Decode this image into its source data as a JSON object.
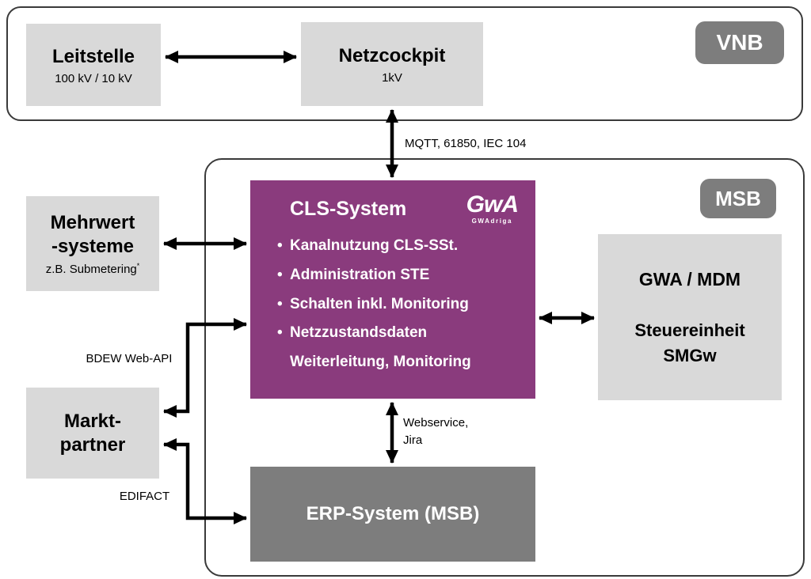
{
  "colors": {
    "box_light_gray": "#d9d9d9",
    "box_purple": "#8a3b7d",
    "box_dark_gray": "#7d7d7d",
    "badge_gray": "#7d7d7d",
    "arrow_black": "#000000",
    "zone_border": "#3a3a3a"
  },
  "vnb_zone": {
    "badge": "VNB",
    "leitstelle_title": "Leitstelle",
    "leitstelle_subtitle": "100 kV / 10 kV",
    "netzcockpit_title": "Netzcockpit",
    "netzcockpit_subtitle": "1kV"
  },
  "msb_zone": {
    "badge": "MSB",
    "cls": {
      "title": "CLS-System",
      "logo_main": "GwA",
      "logo_sub": "GWAdriga",
      "bullet_char": "•",
      "bullets": [
        "Kanalnutzung CLS-SSt.",
        "Administration STE",
        "Schalten inkl. Monitoring",
        "Netzzustandsdaten"
      ],
      "bullet_continuation": "Weiterleitung, Monitoring"
    },
    "gwa_mdm": {
      "line1": "GWA / MDM",
      "line2": "Steuereinheit",
      "line3": "SMGw"
    },
    "erp_title": "ERP-System (MSB)"
  },
  "external": {
    "mehrwert_line1": "Mehrwert",
    "mehrwert_line2": "-systeme",
    "mehrwert_subtitle": "z.B. Submetering",
    "mehrwert_asterisk": "*",
    "marktpartner_line1": "Markt-",
    "marktpartner_line2": "partner"
  },
  "connection_labels": {
    "mqtt": "MQTT, 61850, IEC 104",
    "webservice_line1": "Webservice,",
    "webservice_line2": "Jira",
    "bdew": "BDEW Web-API",
    "edifact": "EDIFACT"
  }
}
